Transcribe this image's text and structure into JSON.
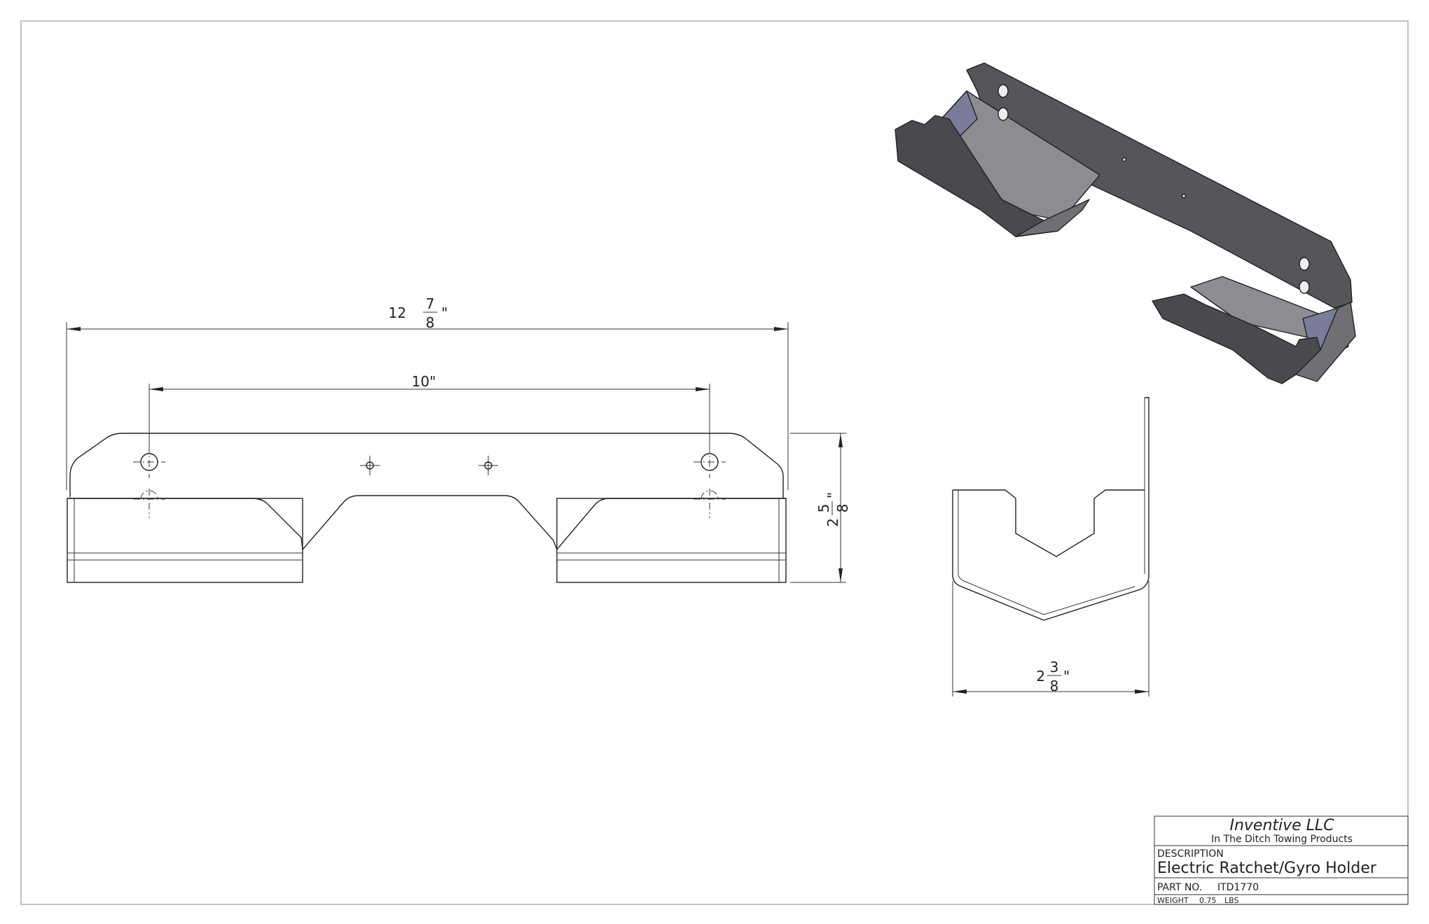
{
  "drawing": {
    "dimensions": {
      "overall_length": {
        "whole": "12",
        "num": "7",
        "den": "8",
        "unit": "\""
      },
      "hole_spacing": "10\"",
      "height": {
        "whole": "2",
        "num": "5",
        "den": "8",
        "unit": "\""
      },
      "width": {
        "whole": "2",
        "num": "3",
        "den": "8",
        "unit": "\""
      }
    }
  },
  "title_block": {
    "company": "Inventive LLC",
    "tagline": "In The Ditch Towing Products",
    "description_label": "DESCRIPTION",
    "description": "Electric Ratchet/Gyro Holder",
    "part_label": "PART  NO.",
    "part_number": "ITD1770",
    "weight_label": "WEIGHT",
    "weight_value": "0.75",
    "weight_unit": "LBS"
  },
  "colors": {
    "line": "#222222",
    "part_dark": "#4a4a4e",
    "part_mid": "#6f6f74",
    "part_light": "#8c8c92",
    "part_inside": "#7b7b9a"
  }
}
